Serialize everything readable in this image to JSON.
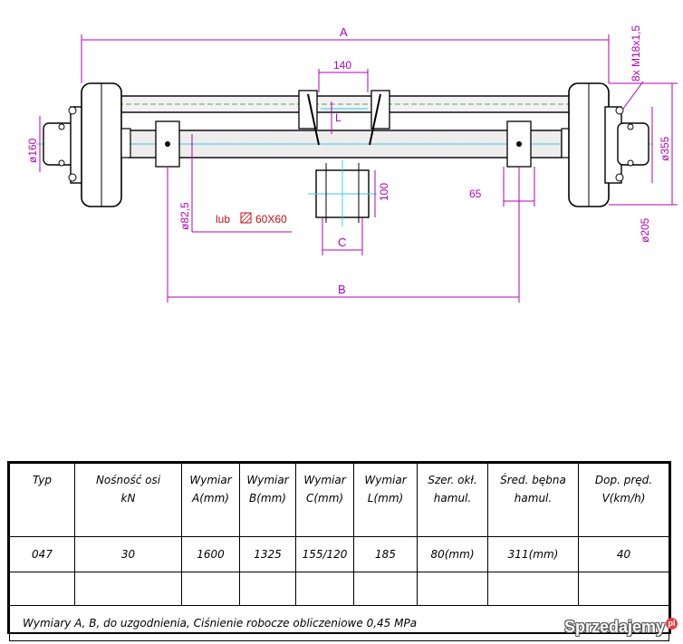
{
  "drawing": {
    "dims": {
      "a": "A",
      "b": "B",
      "c": "C",
      "l": "L",
      "d140": "140",
      "d100": "100",
      "d65": "65",
      "d160": "ø160",
      "d355": "ø355",
      "d205": "ø205",
      "d82": "ø82,5",
      "bolts": "8x M18x1,5"
    },
    "profile_label": "lub",
    "profile_size": "60X60"
  },
  "table": {
    "headers": [
      [
        "Typ"
      ],
      [
        "Nośność osi",
        "kN"
      ],
      [
        "Wymiar",
        "A(mm)"
      ],
      [
        "Wymiar",
        "B(mm)"
      ],
      [
        "Wymiar",
        "C(mm)"
      ],
      [
        "Wymiar",
        "L(mm)"
      ],
      [
        "Szer. okł.",
        "hamul."
      ],
      [
        "Śred. bębna",
        "hamul."
      ],
      [
        "Dop. pręd.",
        "V(km/h)"
      ]
    ],
    "row": [
      "047",
      "30",
      "1600",
      "1325",
      "155/120",
      "185",
      "80(mm)",
      "311(mm)",
      "40"
    ],
    "note": "Wymiary A, B, do uzgodnienia,   Ciśnienie robocze obliczeniowe 0,45 MPa"
  },
  "watermark": {
    "text": "Sprzedajemy",
    "badge": "pl"
  }
}
